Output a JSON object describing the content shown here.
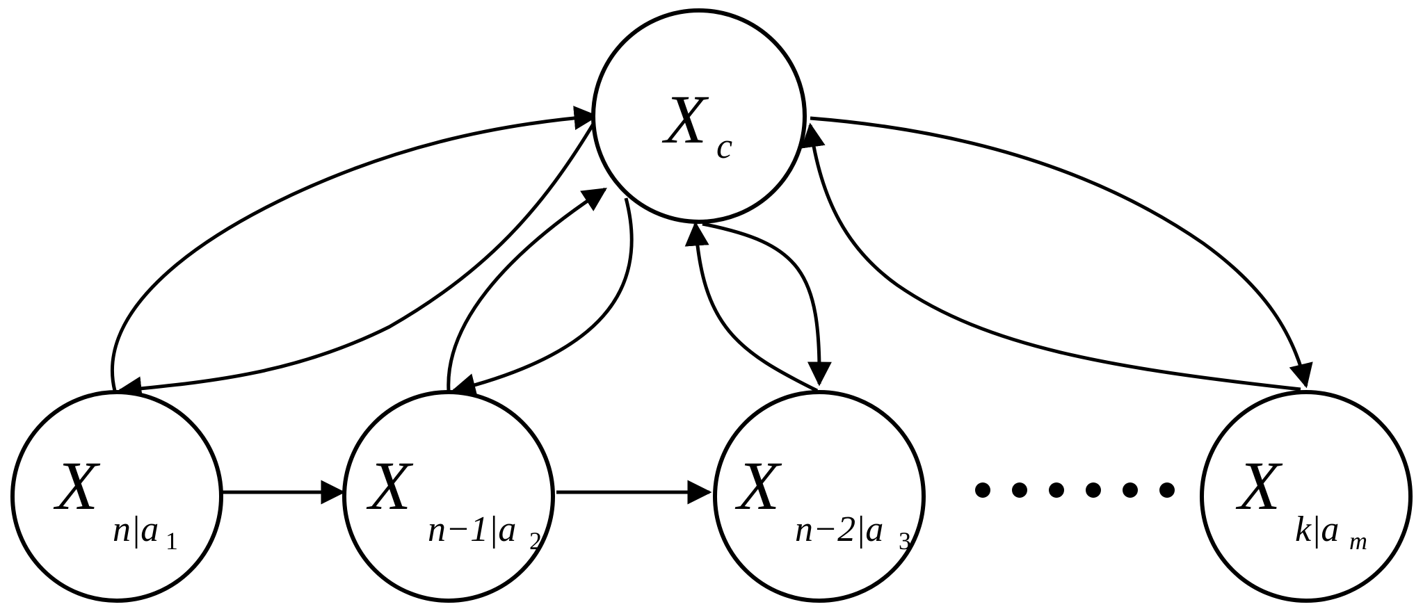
{
  "colors": {
    "stroke": "#000000",
    "background": "#ffffff"
  },
  "nodes": {
    "center": {
      "main": "X",
      "sub": "c"
    },
    "n1": {
      "main": "X",
      "sub": "n|a",
      "subsub": "1"
    },
    "n2": {
      "main": "X",
      "sub": "n−1|a",
      "subsub": "2"
    },
    "n3": {
      "main": "X",
      "sub": "n−2|a",
      "subsub": "3"
    },
    "nk": {
      "main": "X",
      "sub": "k|a",
      "subsub": "m"
    }
  },
  "ellipsis": {
    "dot_count": 6
  }
}
